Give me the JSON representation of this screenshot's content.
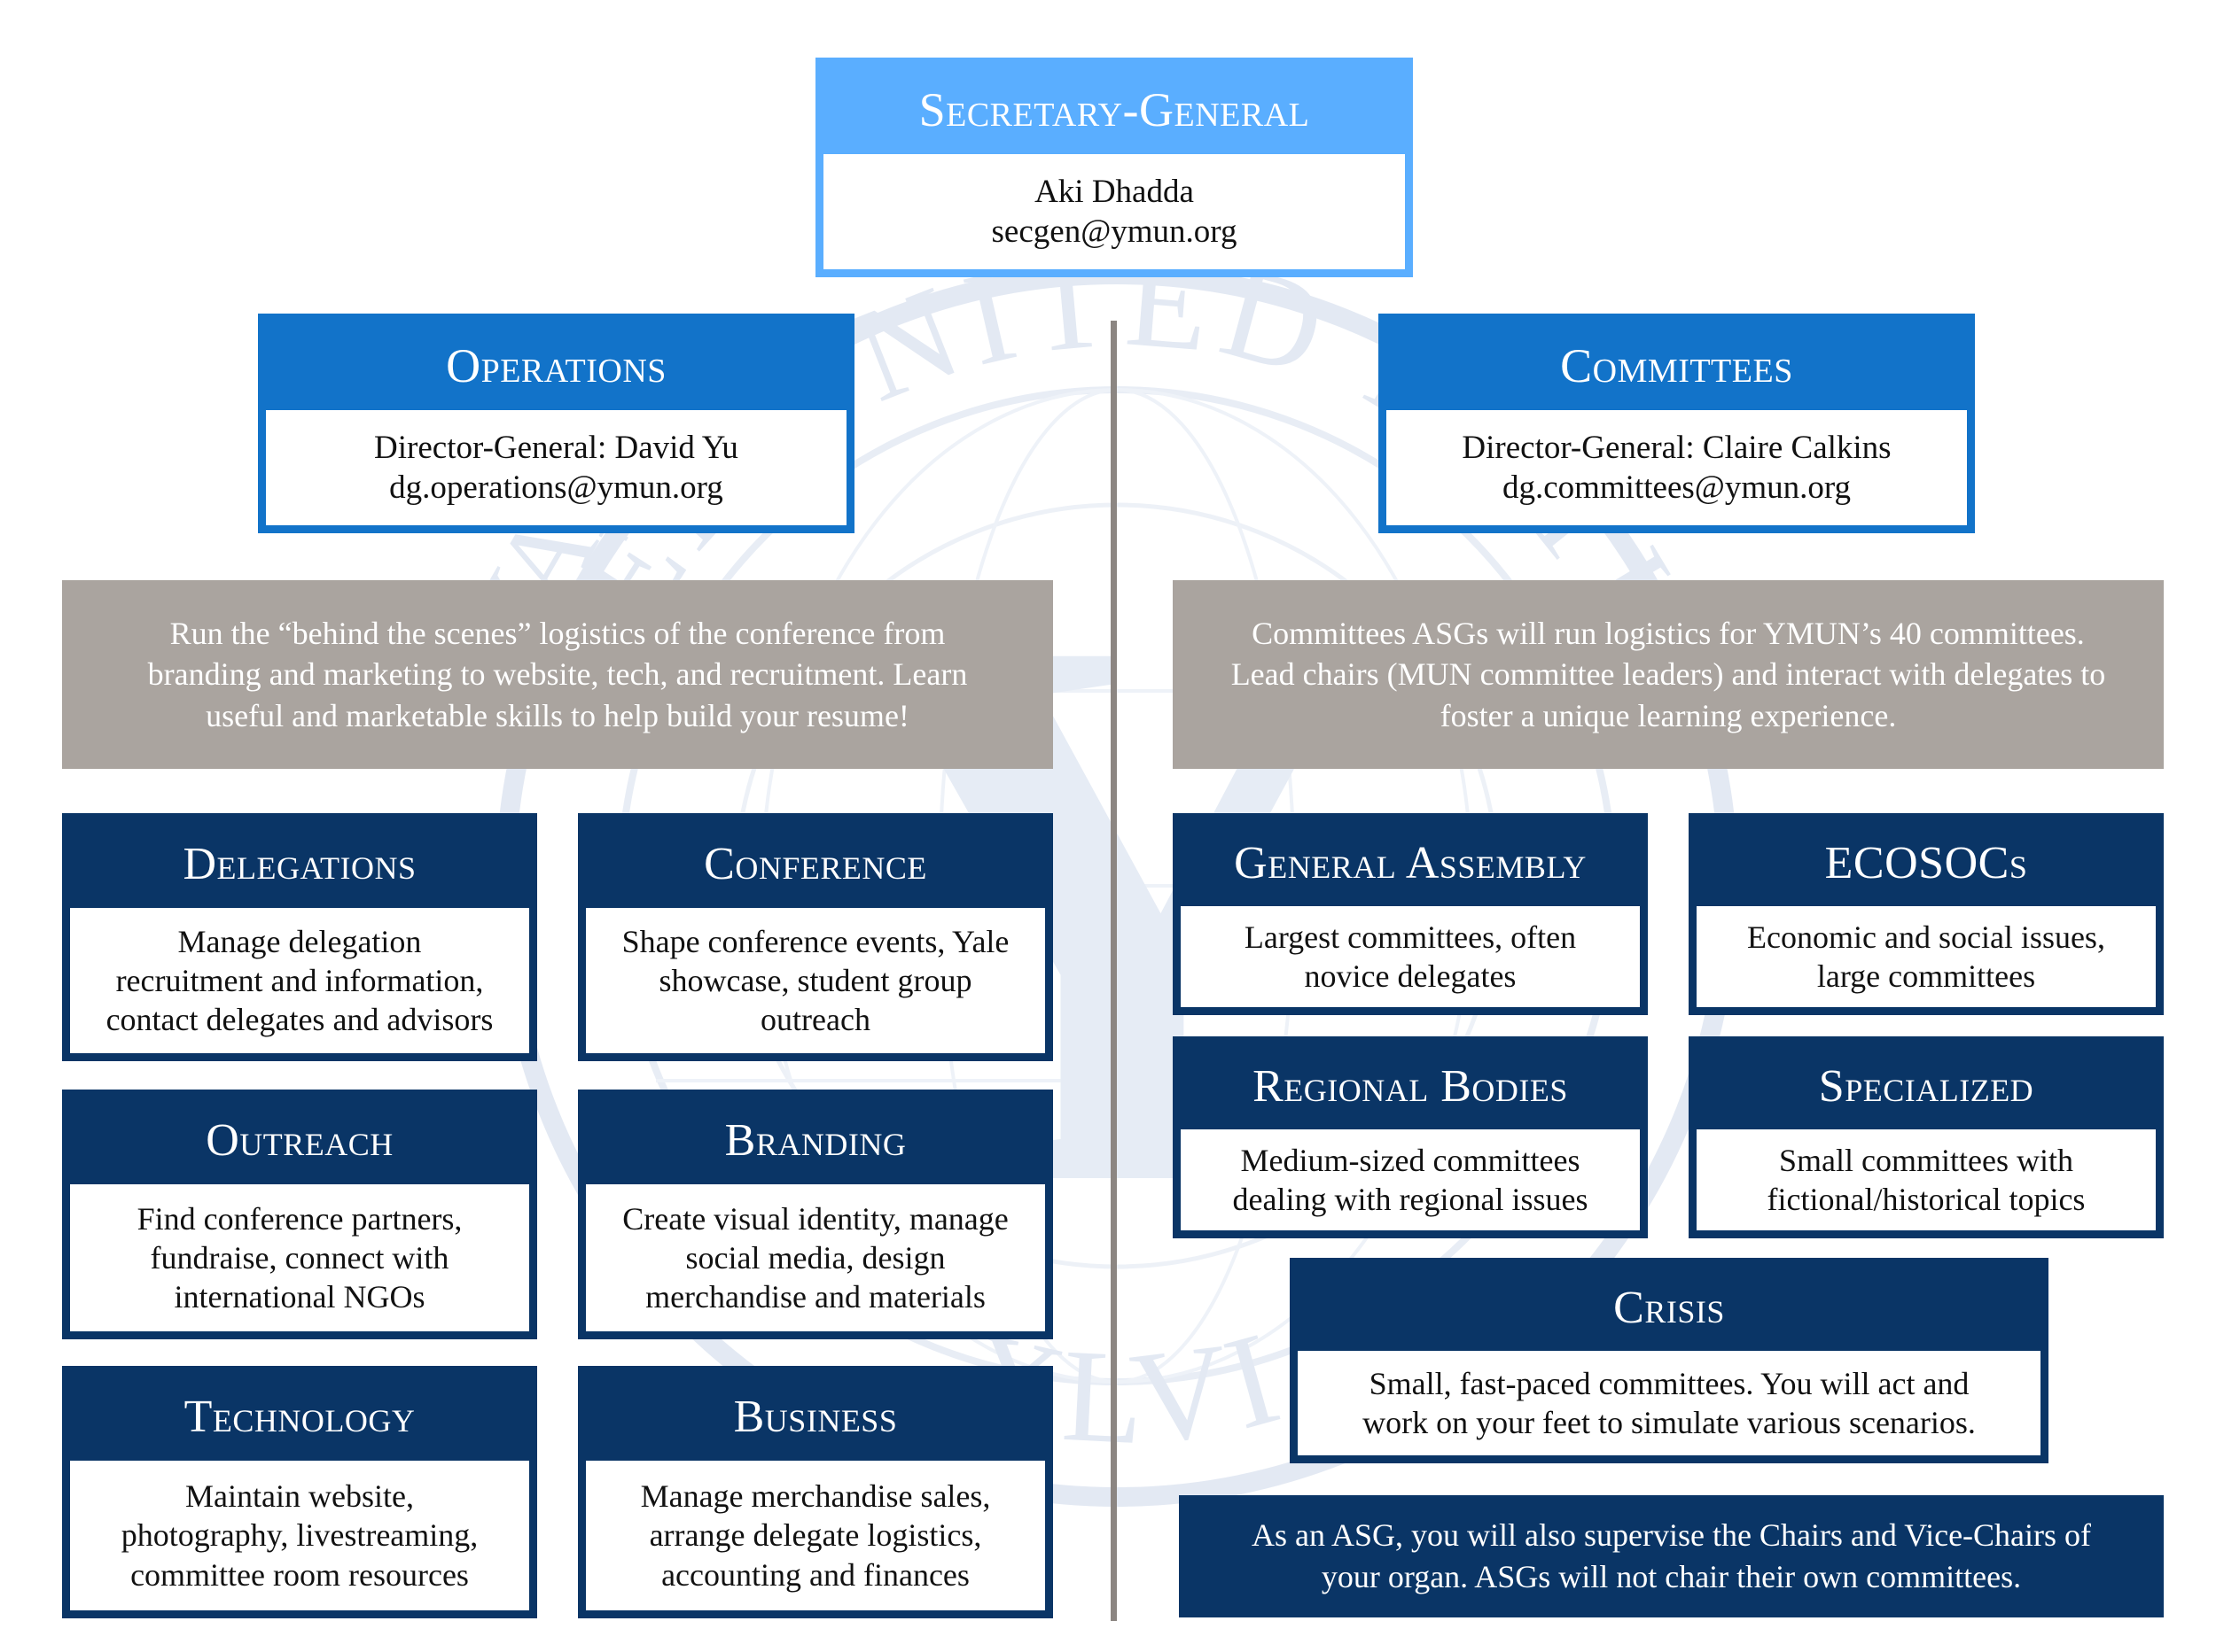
{
  "colors": {
    "navy": "#0a3566",
    "mid_blue": "#1273c9",
    "light_blue": "#5aaeff",
    "gray": "#aaa49f",
    "divider": "#8c8682"
  },
  "watermark": {
    "text_top": "DEL UNITED NATIO",
    "text_left": "YALE",
    "text_bottom": "XLVI",
    "letter": "Y"
  },
  "secretary_general": {
    "title": "Secretary-General",
    "name": "Aki Dhadda",
    "email": "secgen@ymun.org"
  },
  "operations": {
    "title": "Operations",
    "director": "Director-General: David Yu",
    "email": "dg.operations@ymun.org",
    "description": [
      "Run the “behind the scenes” logistics of the conference from",
      "branding and marketing to website, tech, and recruitment. Learn",
      "useful and marketable skills to help build your resume!"
    ],
    "organs": [
      {
        "title": "Delegations",
        "lines": [
          "Manage delegation",
          "recruitment and information,",
          "contact delegates and advisors"
        ]
      },
      {
        "title": "Conference",
        "lines": [
          "Shape conference events, Yale",
          "showcase, student group",
          "outreach"
        ]
      },
      {
        "title": "Outreach",
        "lines": [
          "Find conference partners,",
          "fundraise, connect with",
          "international NGOs"
        ]
      },
      {
        "title": "Branding",
        "lines": [
          "Create visual identity, manage",
          "social media, design",
          "merchandise and materials"
        ]
      },
      {
        "title": "Technology",
        "lines": [
          "Maintain website,",
          "photography, livestreaming,",
          "committee room resources"
        ]
      },
      {
        "title": "Business",
        "lines": [
          "Manage merchandise sales,",
          "arrange delegate logistics,",
          "accounting and finances"
        ]
      }
    ]
  },
  "committees": {
    "title": "Committees",
    "director": "Director-General: Claire Calkins",
    "email": "dg.committees@ymun.org",
    "description": [
      "Committees ASGs will run logistics for YMUN’s 40 committees.",
      "Lead chairs (MUN committee leaders) and interact with delegates to",
      "foster a unique learning experience."
    ],
    "organs": [
      {
        "title": "General Assembly",
        "lines": [
          "Largest committees, often",
          "novice delegates"
        ]
      },
      {
        "title": "ECOSOCs",
        "lines": [
          "Economic and social issues,",
          "large committees"
        ]
      },
      {
        "title": "Regional Bodies",
        "lines": [
          "Medium-sized committees",
          "dealing with regional issues"
        ]
      },
      {
        "title": "Specialized",
        "lines": [
          "Small committees with",
          "fictional/historical topics"
        ]
      },
      {
        "title": "Crisis",
        "lines": [
          "Small, fast-paced committees. You will act and",
          "work on your feet to simulate various scenarios."
        ]
      }
    ],
    "note": [
      "As an ASG, you will also supervise the Chairs and Vice-Chairs of",
      "your organ. ASGs will not chair their own committees."
    ]
  }
}
